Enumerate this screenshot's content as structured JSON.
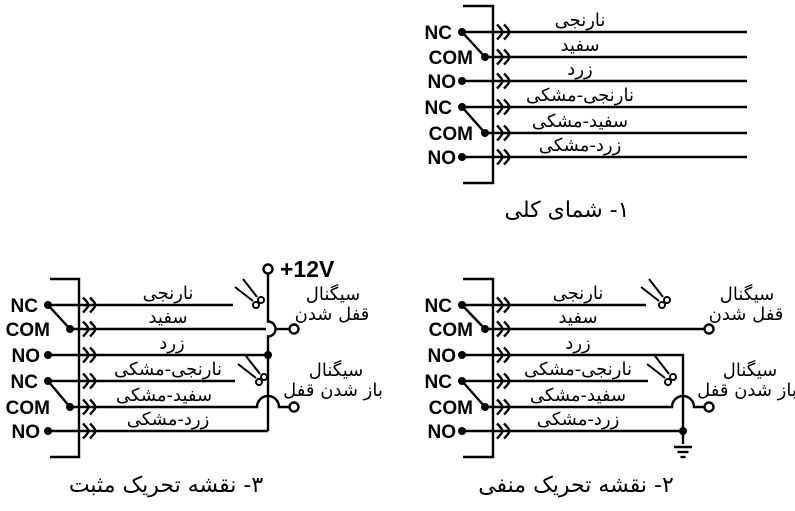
{
  "colors": {
    "line": "#000000",
    "background": "#ffffff",
    "text": "#000000"
  },
  "diagram1": {
    "caption": "۱- شمای کلی",
    "terminals": [
      "NC",
      "COM",
      "NO",
      "NC",
      "COM",
      "NO"
    ],
    "wires": [
      "نارنجی",
      "سفید",
      "زرد",
      "نارنجی-مشکی",
      "سفید-مشکی",
      "زرد-مشکی"
    ]
  },
  "diagram2": {
    "caption": "۲- نقشه تحریک منفی",
    "terminals": [
      "NC",
      "COM",
      "NO",
      "NC",
      "COM",
      "NO"
    ],
    "wires": [
      "نارنجی",
      "سفید",
      "زرد",
      "نارنجی-مشکی",
      "سفید-مشکی",
      "زرد-مشکی"
    ],
    "lock_signal": [
      "سیگنال",
      "قفل شدن"
    ],
    "unlock_signal": [
      "سیگنال",
      "باز شدن قفل"
    ]
  },
  "diagram3": {
    "caption": "۳- نقشه تحریک مثبت",
    "power": "+12V",
    "terminals": [
      "NC",
      "COM",
      "NO",
      "NC",
      "COM",
      "NO"
    ],
    "wires": [
      "نارنجی",
      "سفید",
      "زرد",
      "نارنجی-مشکی",
      "سفید-مشکی",
      "زرد-مشکی"
    ],
    "lock_signal": [
      "سیگنال",
      "قفل شدن"
    ],
    "unlock_signal": [
      "سیگنال",
      "باز شدن قفل"
    ]
  }
}
